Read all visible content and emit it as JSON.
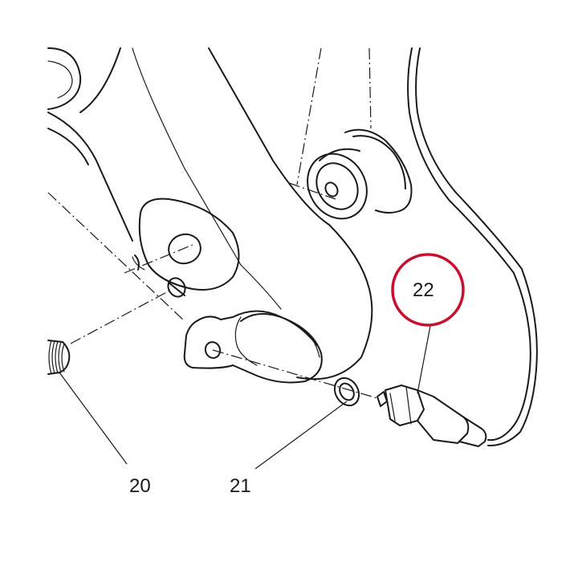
{
  "diagram": {
    "callouts": [
      {
        "id": "20",
        "label": "20"
      },
      {
        "id": "21",
        "label": "21"
      },
      {
        "id": "22",
        "label": "22",
        "highlighted": true
      }
    ],
    "colors": {
      "line": "#1a1a1a",
      "highlight": "#c8102e",
      "background": "#ffffff"
    }
  }
}
